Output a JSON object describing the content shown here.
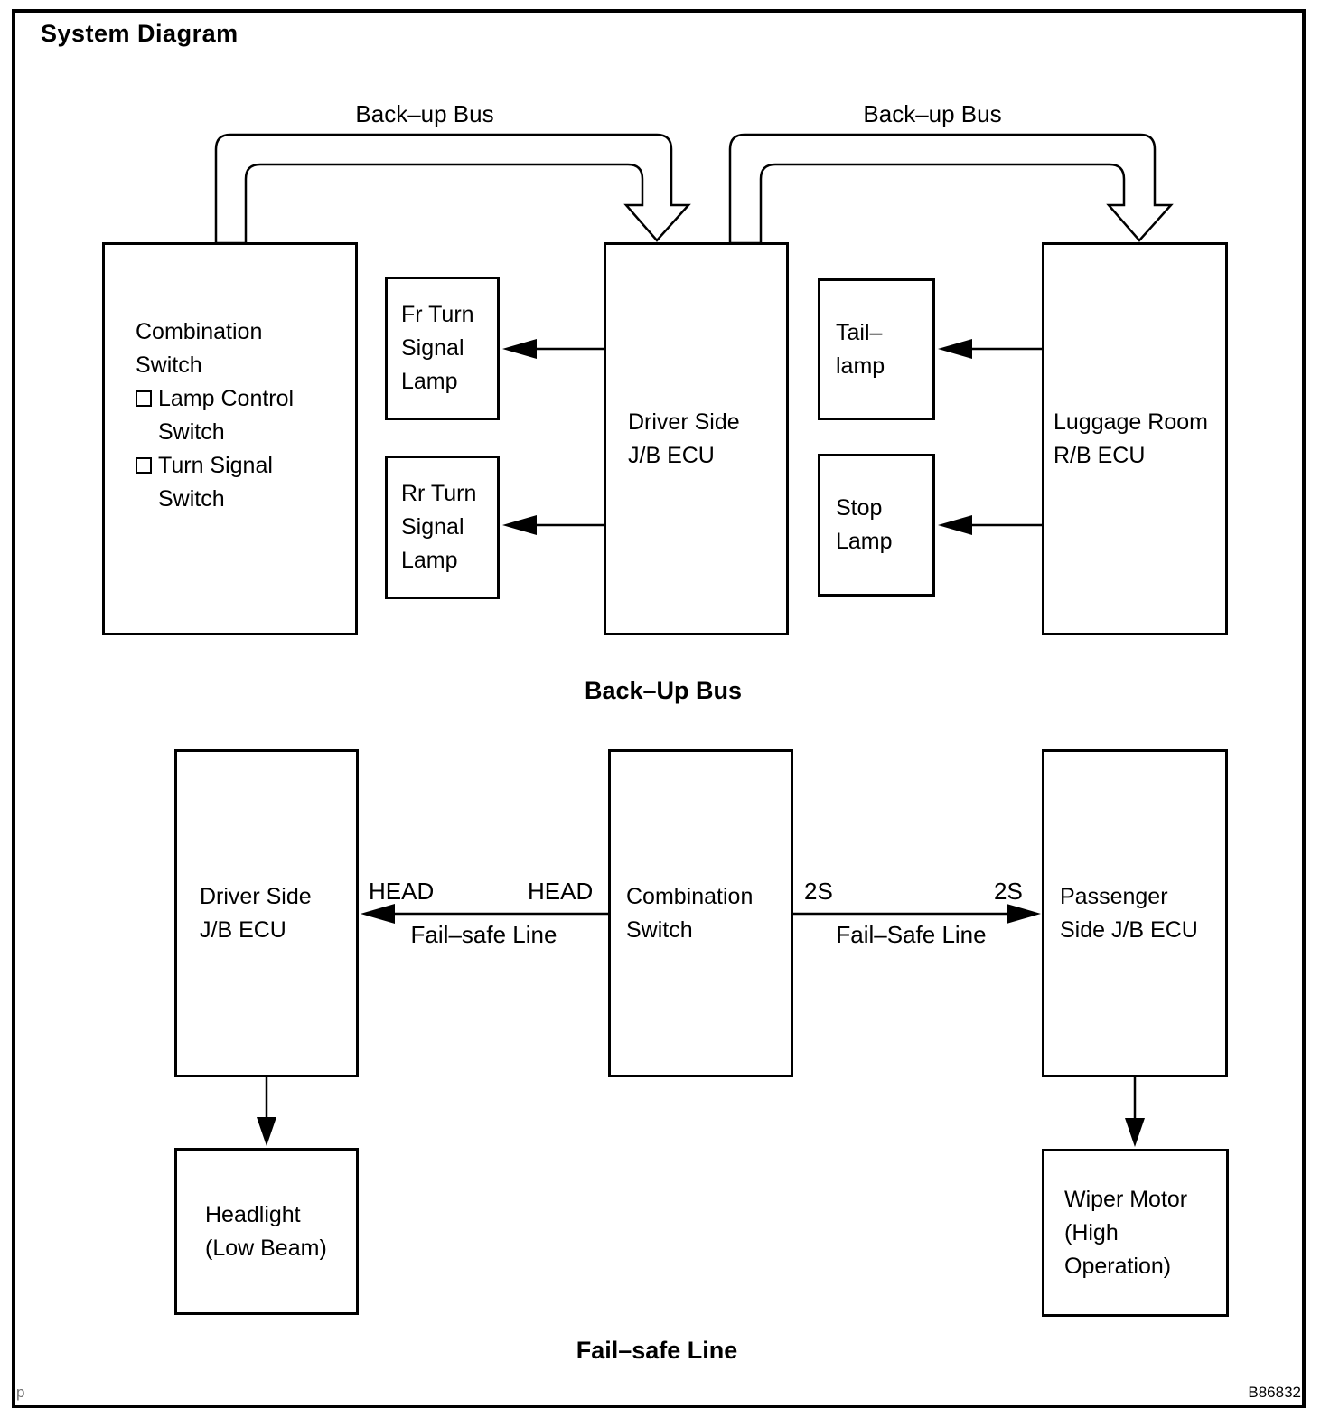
{
  "title": "System Diagram",
  "top_section": {
    "bus_label_left": "Back–up Bus",
    "bus_label_right": "Back–up Bus",
    "caption": "Back–Up Bus",
    "boxes": {
      "combination_switch": {
        "line1": "Combination",
        "line2": "Switch",
        "item1": "Lamp Control",
        "item1_cont": "Switch",
        "item2": "Turn Signal",
        "item2_cont": "Switch"
      },
      "fr_turn_signal_lamp": {
        "line1": "Fr Turn",
        "line2": "Signal",
        "line3": "Lamp"
      },
      "rr_turn_signal_lamp": {
        "line1": "Rr Turn",
        "line2": "Signal",
        "line3": "Lamp"
      },
      "driver_side_jb_ecu": {
        "line1": "Driver Side",
        "line2": "J/B ECU"
      },
      "tail_lamp": {
        "line1": "Tail–",
        "line2": "lamp"
      },
      "stop_lamp": {
        "line1": "Stop",
        "line2": "Lamp"
      },
      "luggage_room_rb_ecu": {
        "line1": "Luggage Room",
        "line2": "R/B ECU"
      }
    }
  },
  "bottom_section": {
    "caption": "Fail–safe Line",
    "head_label_left": "HEAD",
    "head_label_right": "HEAD",
    "failsafe_label_left": "Fail–safe Line",
    "s2_label_left": "2S",
    "s2_label_right": "2S",
    "failsafe_label_right": "Fail–Safe Line",
    "boxes": {
      "driver_side_jb_ecu": {
        "line1": "Driver Side",
        "line2": "J/B ECU"
      },
      "combination_switch": {
        "line1": "Combination",
        "line2": "Switch"
      },
      "passenger_side_jb_ecu": {
        "line1": "Passenger",
        "line2": "Side J/B ECU"
      },
      "headlight": {
        "line1": "Headlight",
        "line2": "(Low Beam)"
      },
      "wiper_motor": {
        "line1": "Wiper Motor",
        "line2": "(High",
        "line3": "Operation)"
      }
    }
  },
  "footer": {
    "code": "B86832",
    "page_marker": "p"
  }
}
